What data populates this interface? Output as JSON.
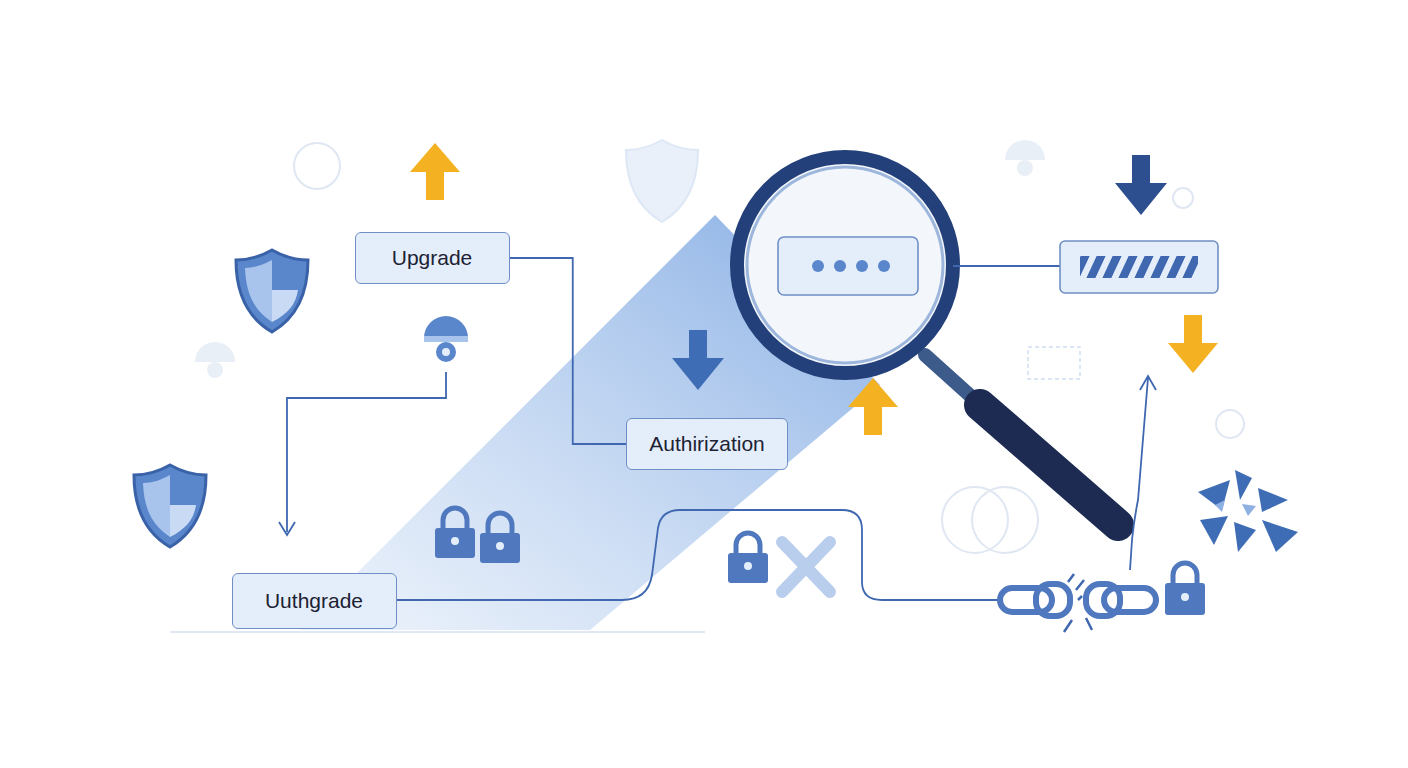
{
  "diagram": {
    "nodes": [
      {
        "text": [
          "Upgrade"
        ]
      },
      {
        "text": [
          "Authirization"
        ]
      },
      {
        "text": [
          "Uuthgrade"
        ]
      }
    ],
    "edges": [
      {
        "from": 0,
        "to": 1,
        "arrow": "none"
      }
    ]
  }
}
